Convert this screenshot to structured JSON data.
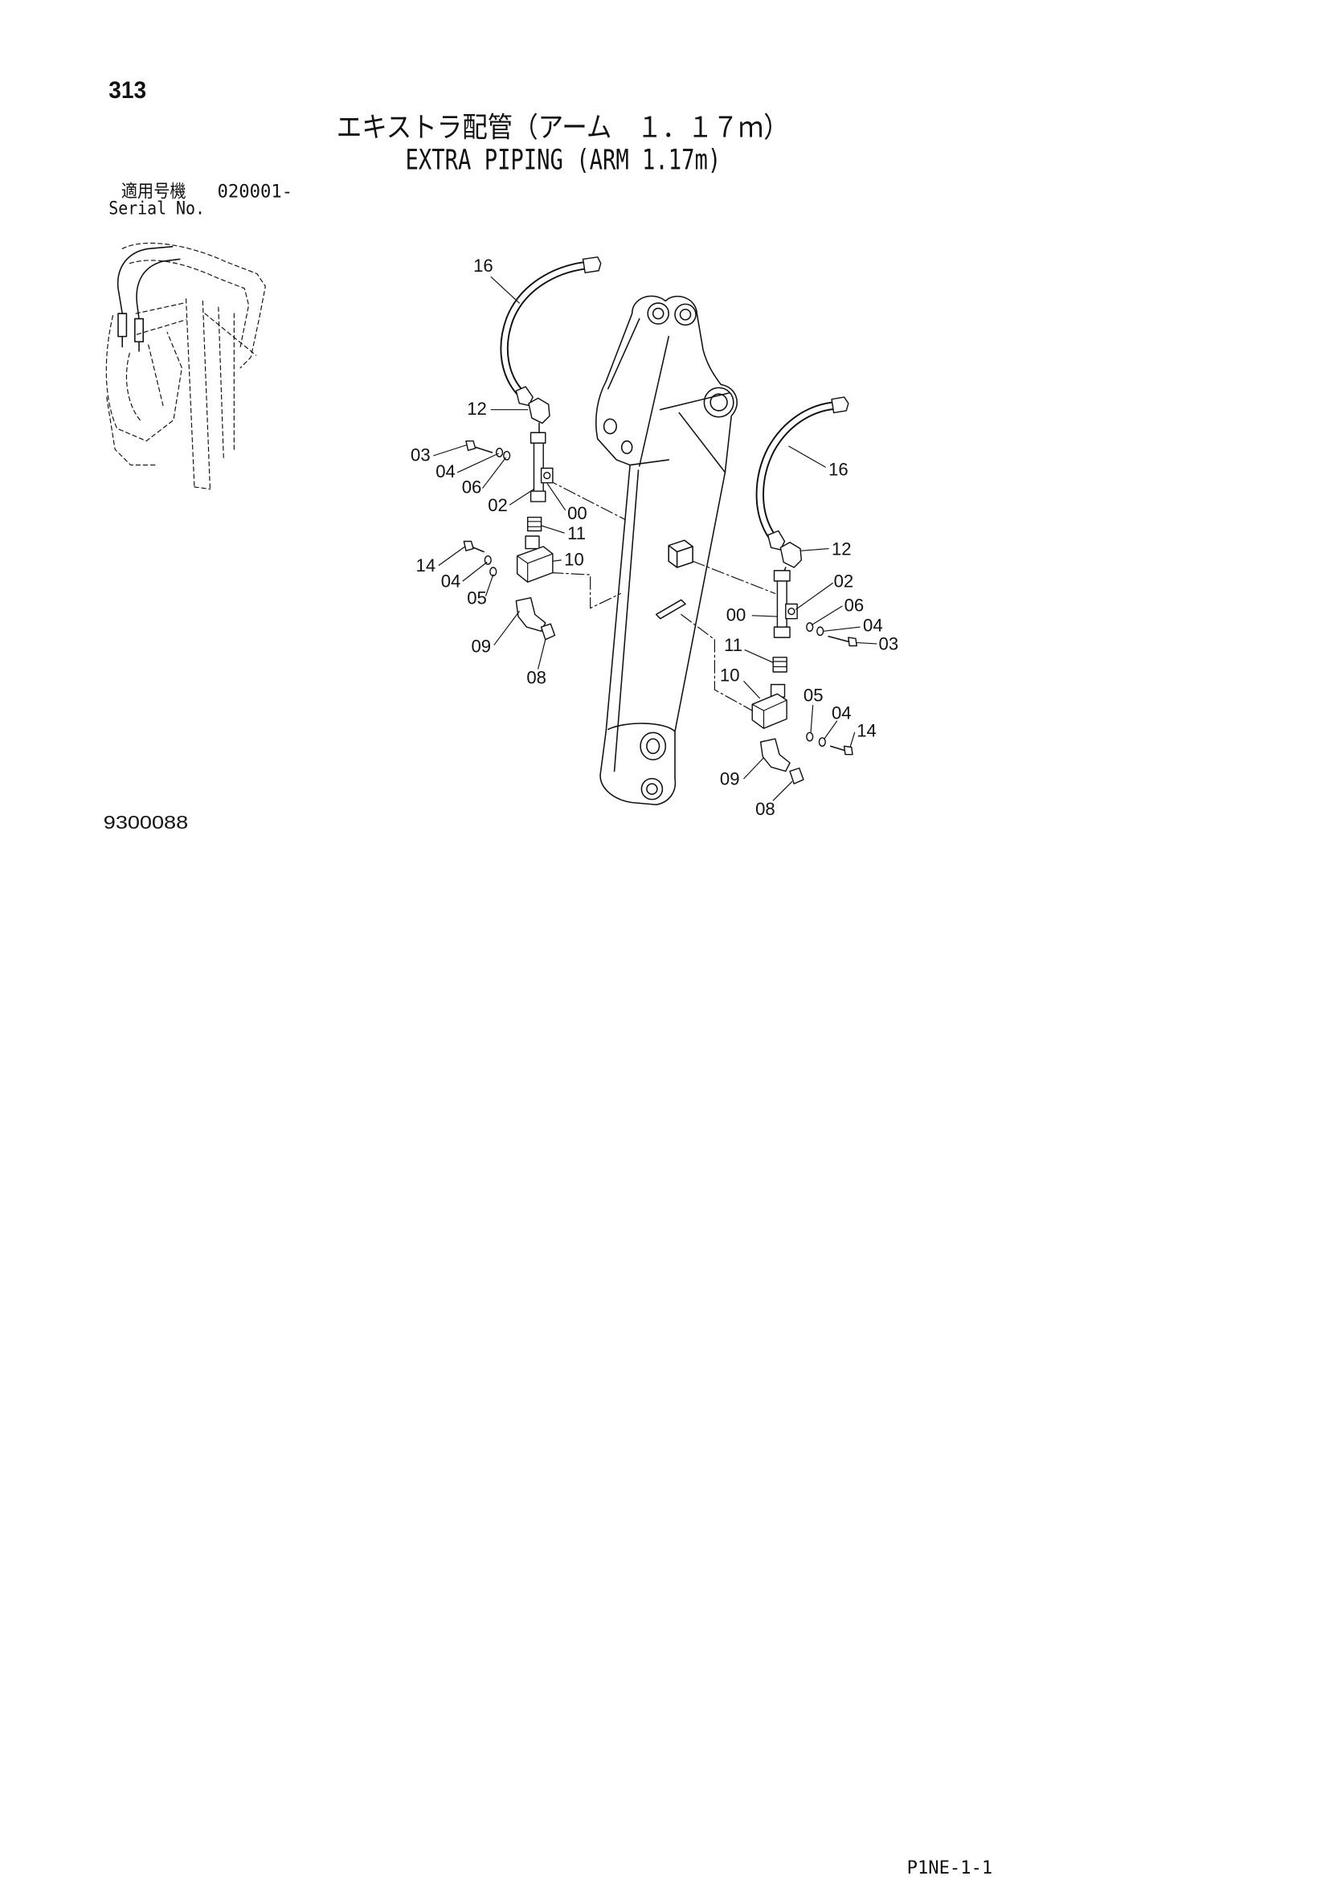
{
  "page_number": "313",
  "title_ja": "エキストラ配管（アーム　１．１７ｍ）",
  "title_en": "EXTRA PIPING (ARM 1.17m)",
  "serial": {
    "label_ja": "適用号機",
    "number": "020001-",
    "label_en": "Serial No."
  },
  "figure_code": "9300088",
  "page_code": "P1NE-1-1",
  "callouts": {
    "left": [
      "16",
      "12",
      "03",
      "04",
      "06",
      "02",
      "00",
      "11",
      "14",
      "04",
      "10",
      "05",
      "09",
      "08"
    ],
    "right": [
      "16",
      "12",
      "02",
      "00",
      "06",
      "04",
      "03",
      "11",
      "10",
      "05",
      "04",
      "14",
      "09",
      "08"
    ]
  }
}
